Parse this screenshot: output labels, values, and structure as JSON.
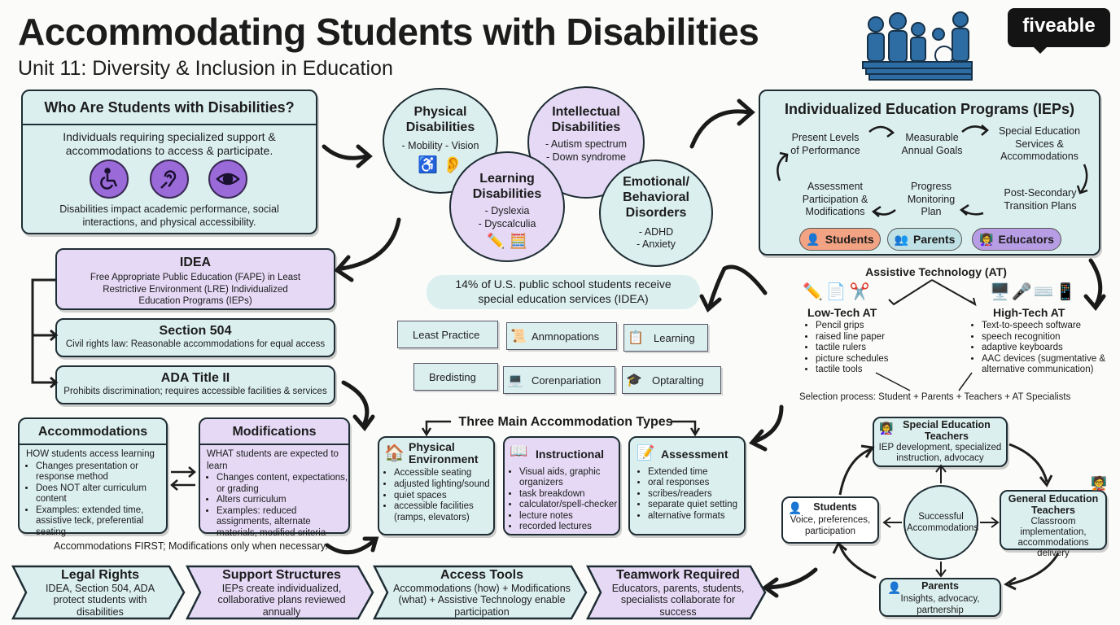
{
  "header": {
    "title": "Accommodating Students with Disabilities",
    "subtitle": "Unit 11: Diversity & Inclusion in Education",
    "logo": "fiveable"
  },
  "who": {
    "title": "Who Are Students with Disabilities?",
    "desc": "Individuals requiring specialized support & accommodations to access & participate.",
    "icons": [
      "wheelchair-icon",
      "hearing-icon",
      "eye-icon"
    ],
    "impact": "Disabilities impact academic performance, social interactions, and physical accessibility."
  },
  "categories": {
    "physical": {
      "title": "Physical Disabilities",
      "items": "- Mobility  - Vision"
    },
    "intellectual": {
      "title": "Intellectual Disabilities",
      "items": [
        "- Autism spectrum",
        "- Down syndrome"
      ]
    },
    "learning": {
      "title": "Learning Disabilities",
      "items": [
        "- Dyslexia",
        "- Dyscalculia"
      ]
    },
    "emotional": {
      "title": "Emotional/ Behavioral Disorders",
      "items": [
        "- ADHD",
        "- Anxiety"
      ]
    }
  },
  "ieps": {
    "title": "Individualized Education Programs (IEPs)",
    "steps": [
      "Present Levels of Performance",
      "Measurable Annual Goals",
      "Special Education Services & Accommodations",
      "Post-Secondary Transition Plans",
      "Progress Monitoring Plan",
      "Assessment Participation & Modifications"
    ],
    "pills": [
      "Students",
      "Parents",
      "Educators"
    ]
  },
  "laws": {
    "idea": {
      "title": "IDEA",
      "body": "Free Appropriate Public Education (FAPE) in Least Restrictive Environment (LRE) Individualized Education Programs (IEPs)"
    },
    "s504": {
      "title": "Section 504",
      "body": "Civil rights law: Reasonable accommodations for equal access"
    },
    "ada": {
      "title": "ADA Title II",
      "body": "Prohibits discrimination; requires accessible facilities & services"
    }
  },
  "stat": "14% of U.S. public school students receive special education services (IDEA)",
  "notes": [
    "Least Practice",
    "Anmnopations",
    "Learning",
    "Bredisting",
    "Corenpariation",
    "Optaralting"
  ],
  "at": {
    "title": "Assistive Technology (AT)",
    "low": {
      "title": "Low-Tech AT",
      "items": [
        "Pencil grips",
        "raised line paper",
        "tactile rulers",
        "picture schedules",
        "tactile tools"
      ]
    },
    "high": {
      "title": "High-Tech AT",
      "items": [
        "Text-to-speech software",
        "speech recognition",
        "adaptive keyboards",
        "AAC devices (sugmentative & alternative communication)"
      ]
    },
    "selection": "Selection process: Student + Parents + Teachers + AT Specialists"
  },
  "acc": {
    "title": "Accommodations",
    "sub": "HOW students access learning",
    "items": [
      "Changes presentation or response method",
      "Does NOT alter curriculum content",
      "Examples: extended time, assistive teck, preferential seating"
    ]
  },
  "mods": {
    "title": "Modifications",
    "sub": "WHAT students are expected to learn",
    "items": [
      "Changes content, expectations, or grading",
      "Alters curriculum",
      "Examples: reduced assignments, alternate materials, modified criteria"
    ]
  },
  "acc_note": "Accommodations FIRST; Modifications only when necessary.",
  "types": {
    "title": "Three Main Accommodation Types",
    "env": {
      "title": "Physical Environment",
      "items": [
        "Accessible seating",
        "adjusted lighting/sound",
        "quiet spaces",
        "accessible facilities (ramps, elevators)"
      ]
    },
    "inst": {
      "title": "Instructional",
      "items": [
        "Visual aids, graphic organizers",
        "task breakdown",
        "calculator/spell-checker",
        "lecture notes",
        "recorded lectures"
      ]
    },
    "assess": {
      "title": "Assessment",
      "items": [
        "Extended time",
        "oral responses",
        "scribes/readers",
        "separate quiet setting",
        "alternative formats"
      ]
    }
  },
  "team": {
    "center": "Successful Accommodations",
    "sped": {
      "title": "Special Education Teachers",
      "body": "IEP development, specialized instruction, advocacy"
    },
    "gen": {
      "title": "General Education Teachers",
      "body": "Classroom implementation, accommodations delivery"
    },
    "students": {
      "title": "Students",
      "body": "Voice, preferences, participation"
    },
    "parents": {
      "title": "Parents",
      "body": "Insights, advocacy, partnership"
    }
  },
  "summary": [
    {
      "title": "Legal Rights",
      "body": "IDEA, Section 504, ADA protect students with disabilities"
    },
    {
      "title": "Support Structures",
      "body": "IEPs create individualized, collaborative plans reviewed annually"
    },
    {
      "title": "Access Tools",
      "body": "Accommodations (how) + Modifications (what) + Assistive Technology enable participation"
    },
    {
      "title": "Teamwork Required",
      "body": "Educators, parents, students, specialists collaborate for success"
    }
  ],
  "colors": {
    "teal": "#dcefef",
    "purple": "#e5d9f5",
    "accent_purple": "#9a6ad8",
    "border": "#1e2d33",
    "icon_blue": "#2e6da4"
  }
}
